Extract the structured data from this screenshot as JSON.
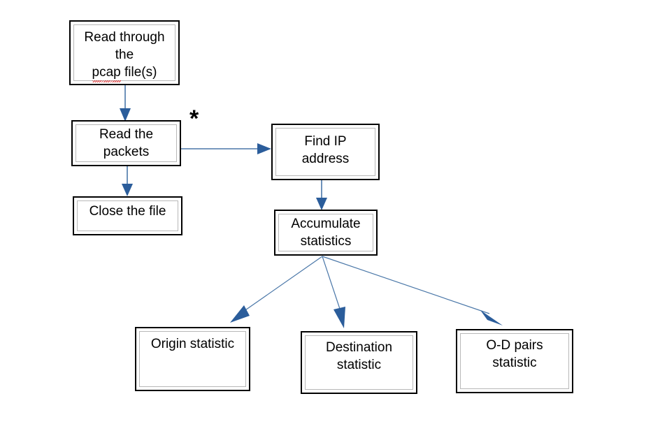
{
  "diagram": {
    "title": "pcap processing flowchart",
    "colors": {
      "node_border": "#000000",
      "node_inner_border": "#b8b8b8",
      "node_fill": "#ffffff",
      "arrow_line": "#4a77a8",
      "arrow_head": "#2b5d9b",
      "text": "#000000",
      "spellcheck_underline": "#dd2222"
    },
    "nodes": [
      {
        "id": "read-through-pcap",
        "label": "Read through\nthe\npcap file(s)",
        "spellcheck_word": "pcap",
        "align": "top"
      },
      {
        "id": "read-packets",
        "label": "Read  the\npackets",
        "align": "middle"
      },
      {
        "id": "close-file",
        "label": "Close the file",
        "align": "top"
      },
      {
        "id": "find-ip-address",
        "label": "Find IP\naddress",
        "align": "top"
      },
      {
        "id": "accumulate-statistics",
        "label": "Accumulate\nstatistics",
        "align": "middle"
      },
      {
        "id": "origin-statistic",
        "label": "Origin statistic",
        "align": "top"
      },
      {
        "id": "destination-statistic",
        "label": "Destination\nstatistic",
        "align": "top"
      },
      {
        "id": "od-pairs-statistic",
        "label": "O-D pairs\nstatistic",
        "align": "top"
      }
    ],
    "annotations": [
      {
        "id": "loop-marker",
        "text": "*"
      }
    ],
    "edges": [
      {
        "from": "read-through-pcap",
        "to": "read-packets"
      },
      {
        "from": "read-packets",
        "to": "close-file"
      },
      {
        "from": "read-packets",
        "to": "find-ip-address"
      },
      {
        "from": "find-ip-address",
        "to": "accumulate-statistics"
      },
      {
        "from": "accumulate-statistics",
        "to": "origin-statistic"
      },
      {
        "from": "accumulate-statistics",
        "to": "destination-statistic"
      },
      {
        "from": "accumulate-statistics",
        "to": "od-pairs-statistic"
      }
    ]
  }
}
